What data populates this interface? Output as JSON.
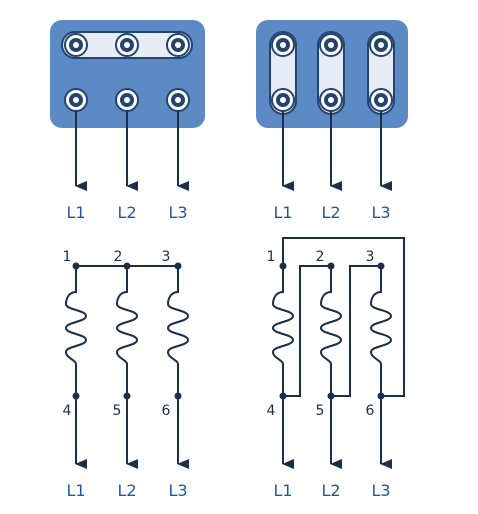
{
  "colors": {
    "panel": "#5b8ac4",
    "line": "#1a2f4a",
    "label": "#1f5aa0"
  },
  "top_left": {
    "outputs": [
      "L1",
      "L2",
      "L3"
    ]
  },
  "top_right": {
    "outputs": [
      "L1",
      "L2",
      "L3"
    ]
  },
  "bottom_left": {
    "top_terminals": [
      "1",
      "2",
      "3"
    ],
    "bottom_terminals": [
      "4",
      "5",
      "6"
    ],
    "outputs": [
      "L1",
      "L2",
      "L3"
    ]
  },
  "bottom_right": {
    "top_terminals": [
      "1",
      "2",
      "3"
    ],
    "bottom_terminals": [
      "4",
      "5",
      "6"
    ],
    "outputs": [
      "L1",
      "L2",
      "L3"
    ]
  }
}
